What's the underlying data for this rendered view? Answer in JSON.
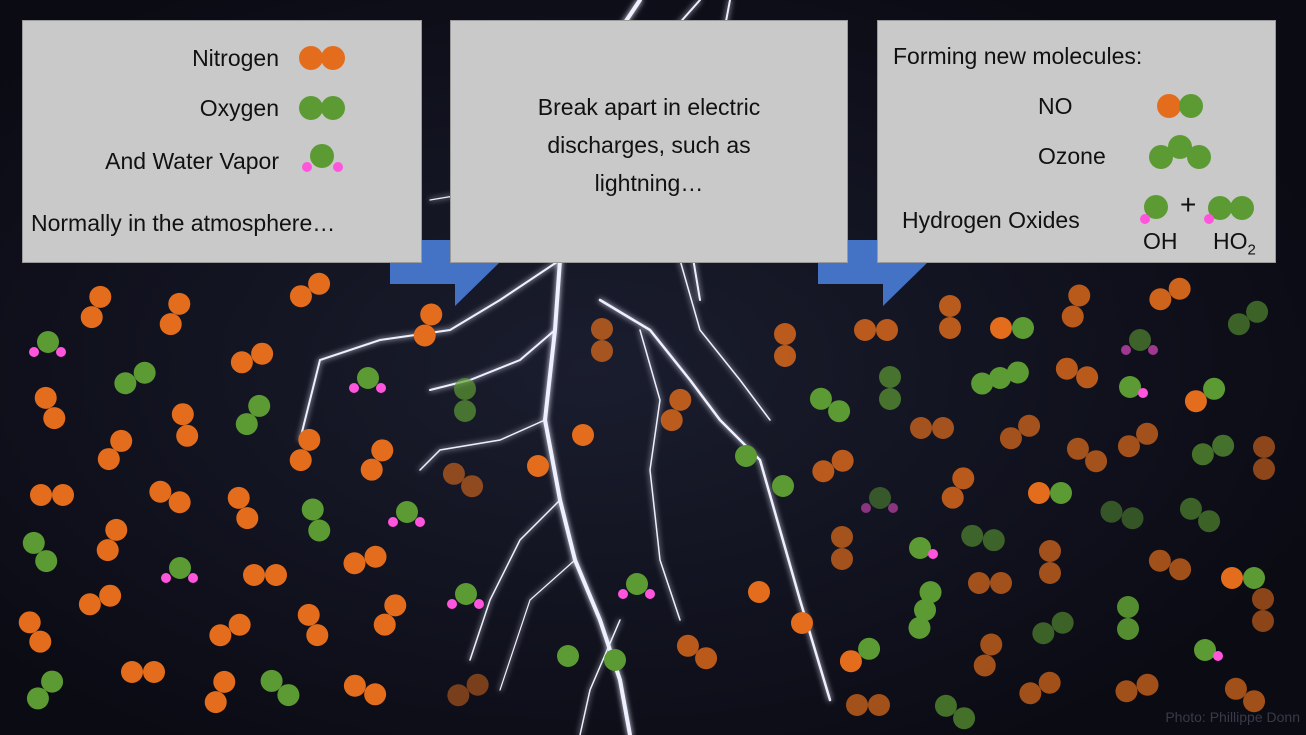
{
  "colors": {
    "nitrogen": "#e36d1c",
    "oxygen": "#5c9b33",
    "hydrogen": "#ff55dd",
    "arrow": "#4472c4",
    "box": "#c9c9c9",
    "background": "#0d0d17"
  },
  "panel_left": {
    "nitrogen_label": "Nitrogen",
    "oxygen_label": "Oxygen",
    "water_label": "And Water Vapor",
    "caption": "Normally in the atmosphere…"
  },
  "panel_middle": {
    "line1": "Break apart in electric",
    "line2": "discharges, such as",
    "line3": "lightning…"
  },
  "panel_right": {
    "heading": "Forming new molecules:",
    "no_label": "NO",
    "ozone_label": "Ozone",
    "hox_label": "Hydrogen Oxides",
    "plus": "+",
    "oh_label": "OH",
    "ho2_label": "HO",
    "ho2_subscript": "2"
  },
  "credit": "Photo: Phillippe Donn"
}
